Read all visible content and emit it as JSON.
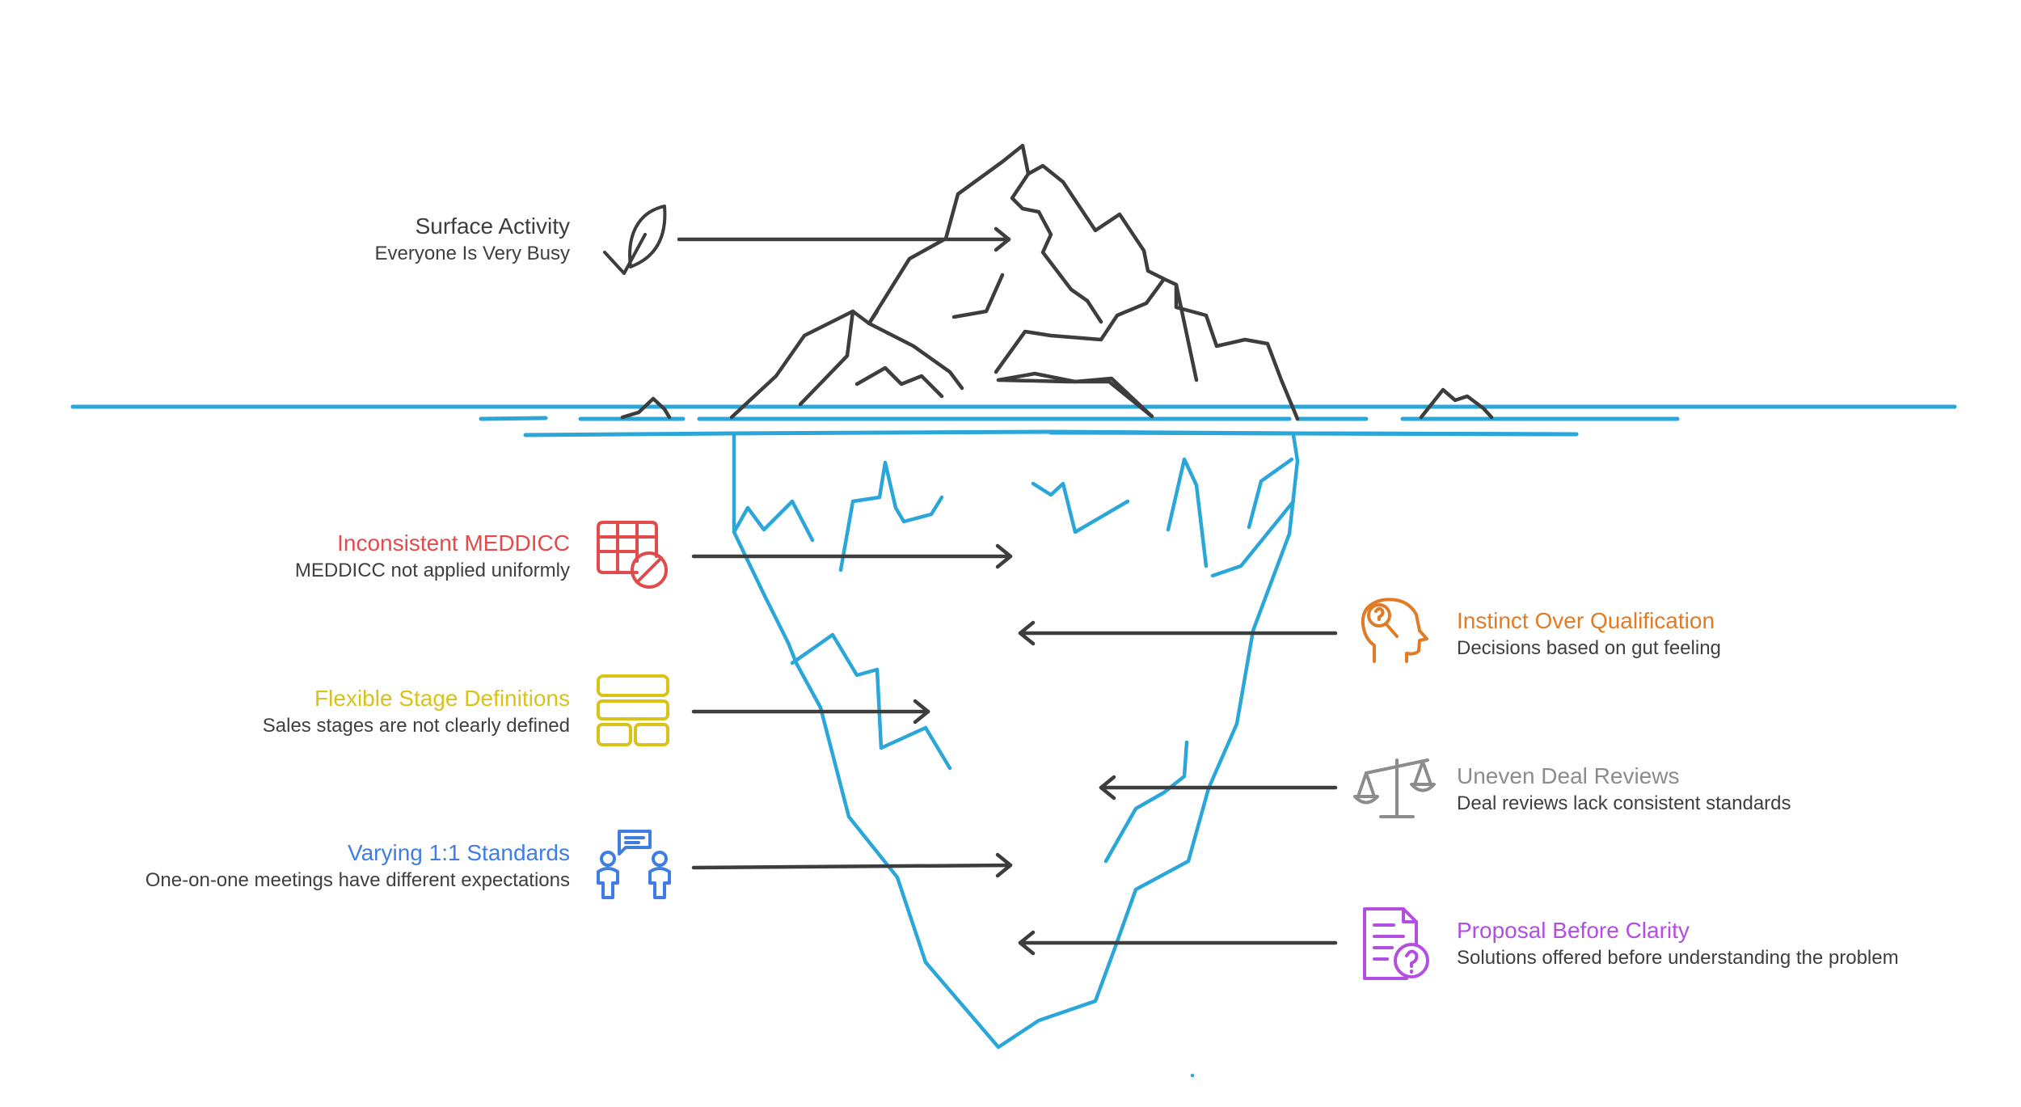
{
  "colors": {
    "ink": "#3d3d3d",
    "water": "#2aa7d8",
    "red": "#e24b4b",
    "yellow": "#d9c21a",
    "blue": "#3f7ee0",
    "orange": "#e07b26",
    "gray": "#8c8c8c",
    "purple": "#b24ee0"
  },
  "surface": {
    "title": "Surface Activity",
    "desc": "Everyone Is Very Busy",
    "icon": "leaf-icon"
  },
  "left_items": [
    {
      "title": "Inconsistent MEDDICC",
      "desc": "MEDDICC not applied uniformly",
      "icon": "table-blocked-icon"
    },
    {
      "title": "Flexible Stage Definitions",
      "desc": "Sales stages are not clearly defined",
      "icon": "layout-blocks-icon"
    },
    {
      "title": "Varying 1:1 Standards",
      "desc": "One-on-one meetings have different expectations",
      "icon": "people-chat-icon"
    }
  ],
  "right_items": [
    {
      "title": "Instinct Over Qualification",
      "desc": "Decisions based on gut feeling",
      "icon": "head-question-icon"
    },
    {
      "title": "Uneven Deal Reviews",
      "desc": "Deal reviews lack consistent standards",
      "icon": "scale-icon"
    },
    {
      "title": "Proposal Before Clarity",
      "desc": "Solutions offered before understanding the problem",
      "icon": "document-question-icon"
    }
  ]
}
